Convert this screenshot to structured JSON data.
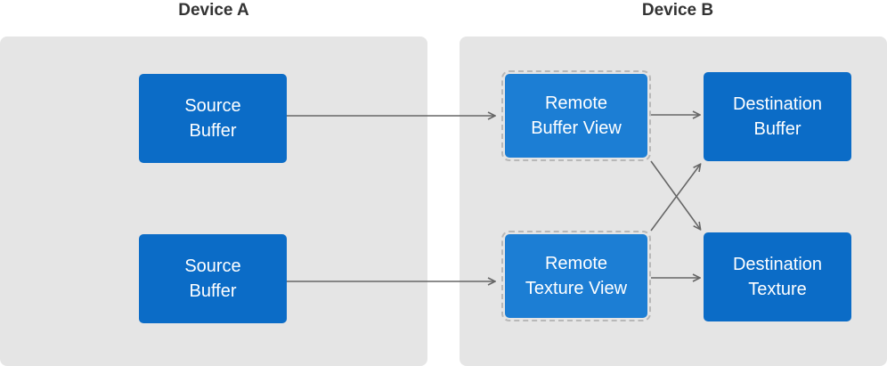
{
  "device_a": {
    "title": "Device A"
  },
  "device_b": {
    "title": "Device B"
  },
  "source_buffer_top": {
    "line1": "Source",
    "line2": "Buffer"
  },
  "source_buffer_bottom": {
    "line1": "Source",
    "line2": "Buffer"
  },
  "remote_buffer_view": {
    "line1": "Remote",
    "line2": "Buffer View"
  },
  "remote_texture_view": {
    "line1": "Remote",
    "line2": "Texture View"
  },
  "destination_buffer": {
    "line1": "Destination",
    "line2": "Buffer"
  },
  "destination_texture": {
    "line1": "Destination",
    "line2": "Texture"
  },
  "colors": {
    "box": "#0b6cc7",
    "remote_box": "#1c7ed4",
    "panel": "#e5e5e5",
    "arrow": "#666666"
  }
}
